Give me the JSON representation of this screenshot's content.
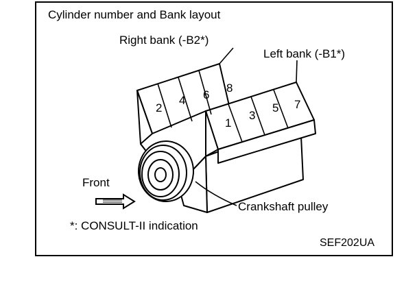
{
  "diagram": {
    "title": "Cylinder number and Bank layout",
    "right_bank_label": "Right bank (-B2*)",
    "left_bank_label": "Left bank (-B1*)",
    "right_bank_cylinders": [
      "2",
      "4",
      "6",
      "8"
    ],
    "left_bank_cylinders": [
      "1",
      "3",
      "5",
      "7"
    ],
    "front_label": "Front",
    "crankshaft_label": "Crankshaft pulley",
    "footnote": "*: CONSULT-II indication",
    "figure_code": "SEF202UA"
  }
}
